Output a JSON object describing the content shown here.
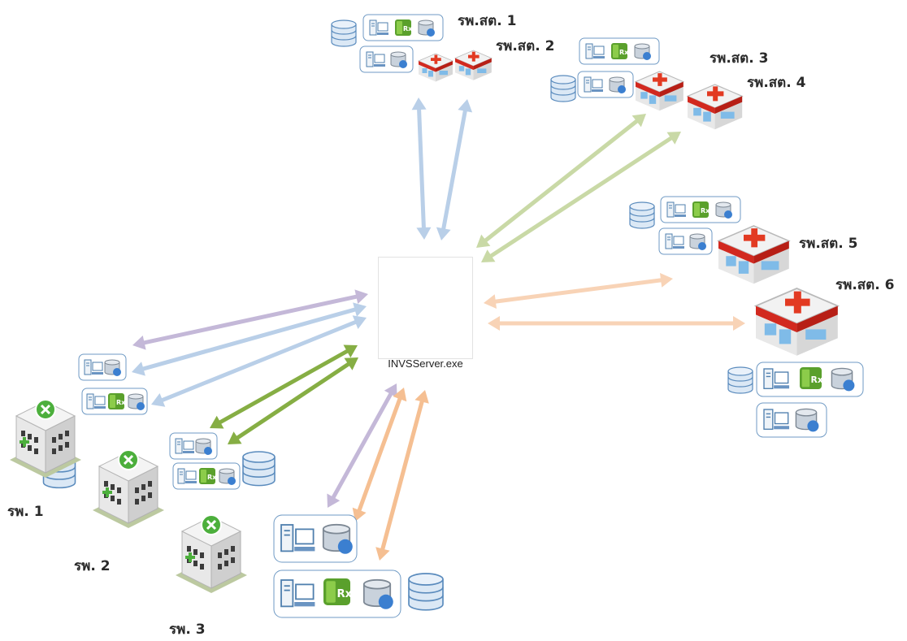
{
  "server": {
    "label": "INVSServer.exe",
    "icon": "globe-plug-icon"
  },
  "sites": [
    {
      "id": "pcu1",
      "label": "รพ.สต. 1"
    },
    {
      "id": "pcu2",
      "label": "รพ.สต. 2"
    },
    {
      "id": "pcu3",
      "label": "รพ.สต. 3"
    },
    {
      "id": "pcu4",
      "label": "รพ.สต. 4"
    },
    {
      "id": "pcu5",
      "label": "รพ.สต. 5"
    },
    {
      "id": "pcu6",
      "label": "รพ.สต. 6"
    },
    {
      "id": "h1",
      "label": "รพ. 1"
    },
    {
      "id": "h2",
      "label": "รพ. 2"
    },
    {
      "id": "h3",
      "label": "รพ. 3"
    }
  ],
  "colors": {
    "blue": "#b9cfe8",
    "green": "#c9d9a6",
    "darkgreen": "#86ae44",
    "orange": "#f5bf92",
    "orange_light": "#f8d3b6",
    "purple": "#c4b8d8",
    "box_border": "#6f9ac4",
    "db": "#dbe8f5"
  }
}
